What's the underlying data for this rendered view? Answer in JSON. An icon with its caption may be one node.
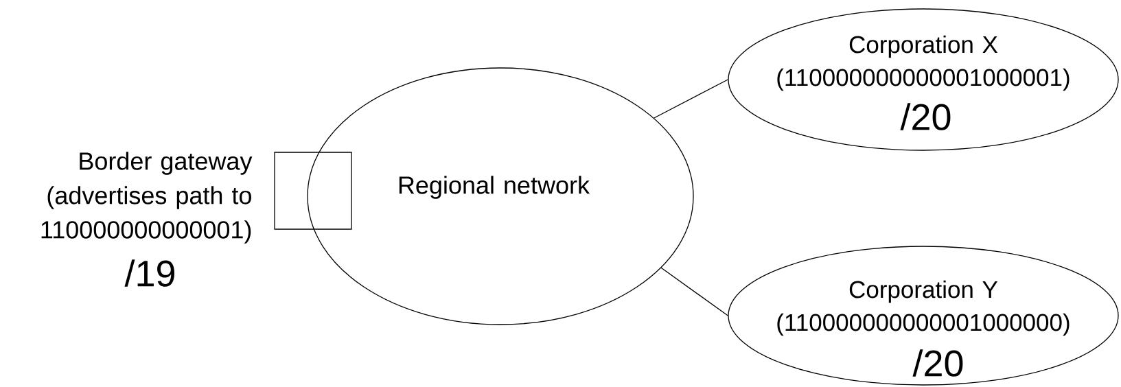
{
  "diagram": {
    "nodes": [
      {
        "text": [],
        "shape": "box",
        "beside": [
          "Border gateway (advertises path to 110000000000001)",
          "/19"
        ]
      },
      {
        "text": [
          "Regional network"
        ]
      },
      {
        "text": [
          "Corporation X (110000000000001000001)",
          "/20"
        ]
      },
      {
        "text": [
          "Corporation Y (110000000000001000000)",
          "/20"
        ]
      }
    ],
    "edges": [
      {
        "from": 1,
        "to": 2,
        "arrow": "none"
      },
      {
        "from": 1,
        "to": 3,
        "arrow": "none"
      }
    ]
  }
}
